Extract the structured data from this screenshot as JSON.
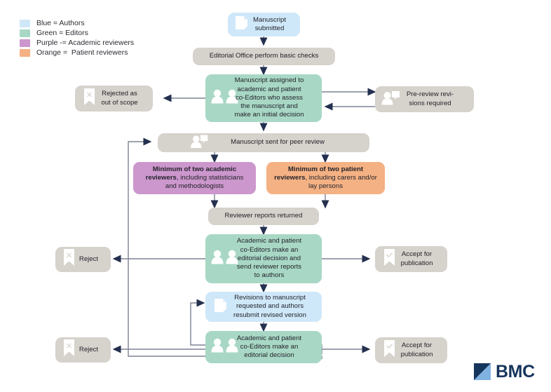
{
  "legend": {
    "items": [
      {
        "label": "Blue = Authors",
        "color": "#cfe8f9",
        "icon": "color-swatch-blue"
      },
      {
        "label": "Green = Editors",
        "color": "#a8d8c5",
        "icon": "color-swatch-green"
      },
      {
        "label": "Purple -= Academic reviewers",
        "color": "#cc97cc",
        "icon": "color-swatch-purple"
      },
      {
        "label": "Orange =  Patient reviewers",
        "color": "#f4b183",
        "icon": "color-swatch-orange"
      }
    ]
  },
  "nodes": {
    "manuscript_submitted": {
      "text": "Manuscript\nsubmitted",
      "icon": "document-icon"
    },
    "basic_checks": {
      "text": "Editorial Office perform basic checks",
      "icon": "none"
    },
    "assigned_coeditors": {
      "text": "Manuscript assigned to\nacademic and patient\nco-Editors who assess\nthe manuscript and\nmake an initial decision",
      "icon": "two-people-icon"
    },
    "rejected_out_of_scope": {
      "text": "Rejected as\nout of scope",
      "icon": "bookmark-x-icon"
    },
    "prereview_revisions": {
      "text": "Pre-review revi-\nsions required",
      "icon": "person-message-icon"
    },
    "sent_for_peer_review": {
      "text": "Manuscript sent for peer review",
      "icon": "person-message-icon"
    },
    "academic_reviewers": {
      "text_bold": "Minimum of two academic\nreviewers",
      "text_rest": ", including statisticians\nand methodologists",
      "icon": "none"
    },
    "patient_reviewers": {
      "text_bold": "Minimum of two patient\nreviewers",
      "text_rest": ", including carers and/or\nlay persons",
      "icon": "none"
    },
    "reviewer_reports_returned": {
      "text": "Reviewer reports returned",
      "icon": "none"
    },
    "editorial_decision_reports": {
      "text": "Academic and patient\nco-Editors make an\neditorial decision and\nsend reviewer reports\nto authors",
      "icon": "two-people-icon"
    },
    "reject_1": {
      "text": "Reject",
      "icon": "bookmark-x-icon"
    },
    "accept_1": {
      "text": "Accept for\npublication",
      "icon": "bookmark-check-icon"
    },
    "revisions_requested": {
      "text": "Revisions to manuscript\nrequested and authors\nresubmit revised version",
      "icon": "document-icon"
    },
    "editorial_decision_final": {
      "text": "Academic and patient\nco-Editors make an\neditorial decision",
      "icon": "two-people-icon"
    },
    "reject_2": {
      "text": "Reject",
      "icon": "bookmark-x-icon"
    },
    "accept_2": {
      "text": "Accept for\npublication",
      "icon": "bookmark-check-icon"
    }
  },
  "brand": {
    "name": "BMC",
    "mark_color": "#16355c",
    "mark_accent": "#7fb2e0"
  },
  "theme": {
    "grey": "#d6d2cc",
    "green": "#a8d8c5",
    "blue": "#cfe8f9",
    "purple": "#cc97cc",
    "orange": "#f4b183",
    "arrow_dark": "#24304f",
    "line_grey": "#7c8293"
  }
}
